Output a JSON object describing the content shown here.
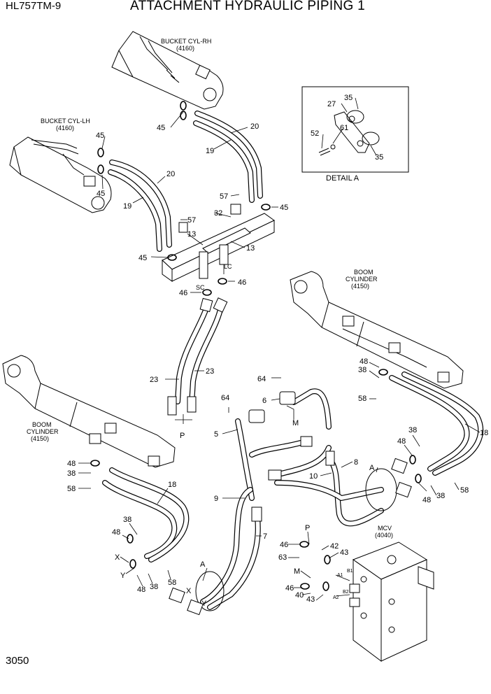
{
  "header": {
    "model": "HL757TM-9",
    "title": "ATTACHMENT HYDRAULIC PIPING 1"
  },
  "page_number": "3050",
  "component_labels": {
    "bucket_cyl_rh": [
      "BUCKET CYL-RH",
      "(4160)"
    ],
    "bucket_cyl_lh": [
      "BUCKET CYL-LH",
      "(4160)"
    ],
    "boom_cylinder_right": [
      "BOOM",
      "CYLINDER",
      "(4150)"
    ],
    "boom_cylinder_left": [
      "BOOM",
      "CYLINDER",
      "(4150)"
    ],
    "mcv": [
      "MCV",
      "(4040)"
    ],
    "detail_a": "DETAIL A"
  },
  "callouts": [
    "45",
    "45",
    "20",
    "19",
    "45",
    "45",
    "20",
    "19",
    "57",
    "45",
    "32",
    "57",
    "13",
    "13",
    "45",
    "LC",
    "46",
    "SC",
    "46",
    "23",
    "23",
    "P",
    "64",
    "64",
    "6",
    "M",
    "5",
    "9",
    "7",
    "8",
    "10",
    "A",
    "48",
    "38",
    "58",
    "38",
    "48",
    "38",
    "18",
    "48",
    "38",
    "58",
    "48",
    "38",
    "58",
    "18",
    "38",
    "48",
    "X",
    "Y",
    "38",
    "48",
    "58",
    "A",
    "X",
    "Y",
    "P",
    "46",
    "42",
    "43",
    "63",
    "M",
    "46",
    "40",
    "43",
    "A1",
    "B1",
    "B2",
    "A2",
    "27",
    "35",
    "61",
    "52",
    "35"
  ]
}
